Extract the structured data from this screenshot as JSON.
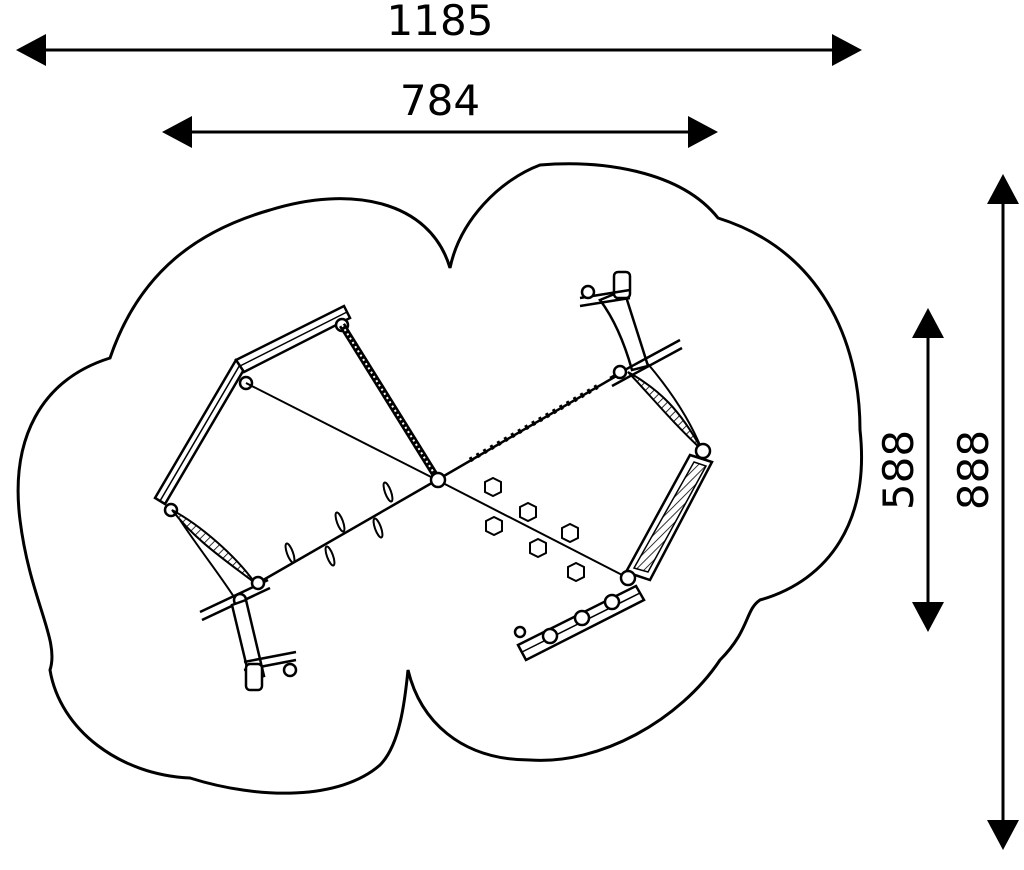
{
  "dimensions": {
    "overall_width": "1185",
    "structure_width": "784",
    "structure_depth": "588",
    "overall_depth": "888"
  },
  "colors": {
    "line": "#000000",
    "background": "#ffffff"
  }
}
